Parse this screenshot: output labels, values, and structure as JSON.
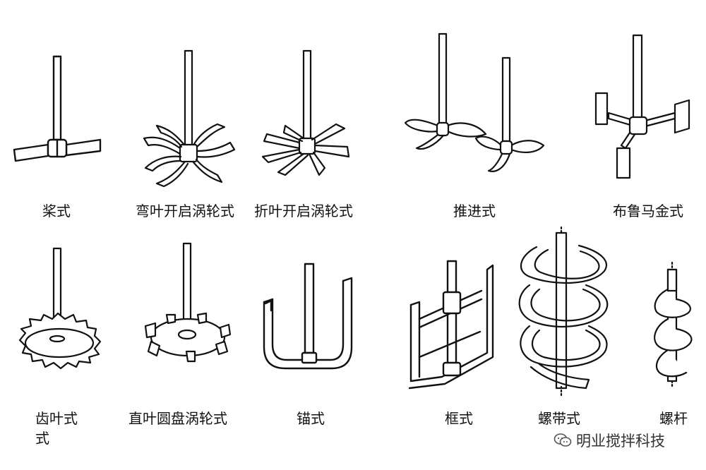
{
  "items": [
    {
      "label": "桨式"
    },
    {
      "label": "弯叶开启涡轮式"
    },
    {
      "label": "折叶开启涡轮式"
    },
    {
      "label": "推进式"
    },
    {
      "label": "布鲁马金式"
    },
    {
      "label_line1": "齿叶式",
      "label_line2": "式"
    },
    {
      "label": "直叶圆盘涡轮式"
    },
    {
      "label": "锚式"
    },
    {
      "label": "框式"
    },
    {
      "label": "螺带式"
    },
    {
      "label": "螺杆"
    }
  ],
  "watermark": {
    "text": "明业搅拌科技",
    "icon": "wechat-icon"
  },
  "colors": {
    "ink": "#111111",
    "background": "#ffffff"
  }
}
